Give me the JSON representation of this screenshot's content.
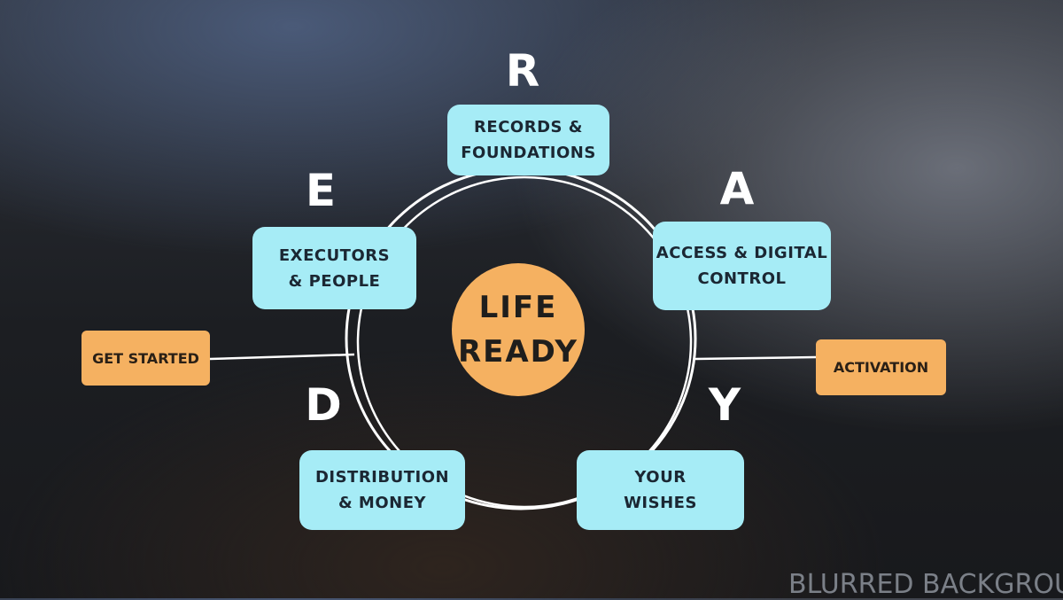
{
  "letters": {
    "r": "R",
    "e": "E",
    "a": "A",
    "d": "D",
    "y": "Y"
  },
  "center": {
    "line1": "LIFE",
    "line2": "READY"
  },
  "steps": {
    "records": "RECORDS &\nFOUNDATIONS",
    "access": "ACCESS & DIGITAL\nCONTROL",
    "wishes": "YOUR\nWISHES",
    "distribution": "DISTRIBUTION\n& MONEY",
    "executors": "EXECUTORS\n& PEOPLE"
  },
  "endpoints": {
    "start": "GET STARTED",
    "activation": "ACTIVATION"
  },
  "watermark": "BLURRED BACKGROUND",
  "colors": {
    "step": "#a6ecf6",
    "accent": "#f5b161",
    "text": "#1b2733"
  }
}
